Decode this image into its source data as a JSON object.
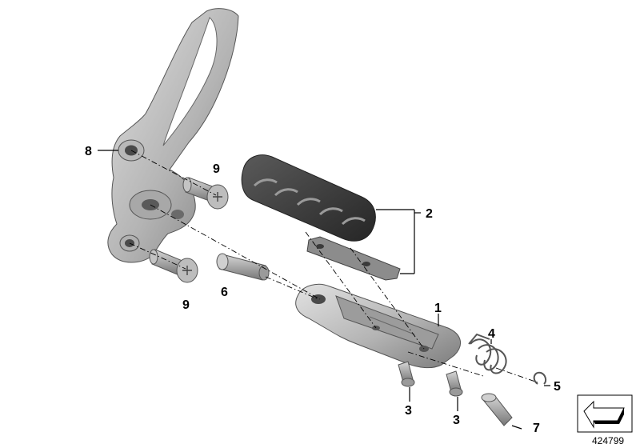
{
  "callouts": [
    {
      "id": "c1",
      "label": "1"
    },
    {
      "id": "c2",
      "label": "2"
    },
    {
      "id": "c3a",
      "label": "3"
    },
    {
      "id": "c3b",
      "label": "3"
    },
    {
      "id": "c4",
      "label": "4"
    },
    {
      "id": "c5",
      "label": "5"
    },
    {
      "id": "c6",
      "label": "6"
    },
    {
      "id": "c7",
      "label": "7"
    },
    {
      "id": "c8",
      "label": "8"
    },
    {
      "id": "c9a",
      "label": "9"
    },
    {
      "id": "c9b",
      "label": "9"
    }
  ],
  "reference_number": "424799",
  "colors": {
    "metal_light": "#d4d4d4",
    "metal_mid": "#a9a9a9",
    "metal_dark": "#6e6e6e",
    "rubber": "#3c3c3c",
    "rubber_highlight": "#7a7a7a",
    "line": "#000000"
  }
}
